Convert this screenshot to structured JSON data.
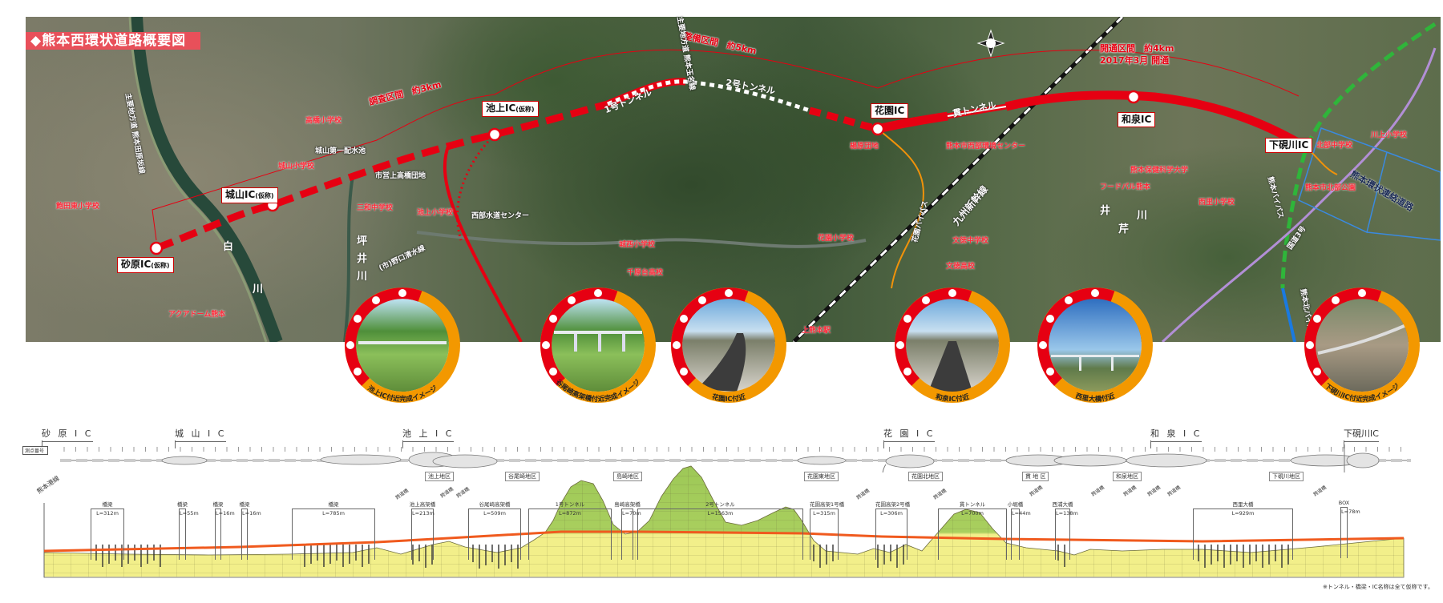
{
  "title": "◆熊本西環状道路概要図",
  "map": {
    "sections": {
      "survey": "調査区間　約3km",
      "construction": "整備区間　約5km",
      "opened": "開通区間　約4km",
      "opened_date": "2017年3月 開通"
    },
    "ics": [
      {
        "name": "砂原IC",
        "suffix": "(仮称)"
      },
      {
        "name": "城山IC",
        "suffix": "(仮称)"
      },
      {
        "name": "池上IC",
        "suffix": "(仮称)"
      },
      {
        "name": "花園IC",
        "suffix": ""
      },
      {
        "name": "和泉IC",
        "suffix": ""
      },
      {
        "name": "下硯川IC",
        "suffix": ""
      }
    ],
    "tunnels": [
      "1号トンネル",
      "2号トンネル",
      "貫トンネル"
    ],
    "places_red": [
      "高橋小学校",
      "城山小学校",
      "三和中学校",
      "池上小学校",
      "城西小学校",
      "千原台高校",
      "花園小学校",
      "楊原団地",
      "熊本市西部環境センター",
      "文徳中学校",
      "文徳高校",
      "熊本保健科学大学",
      "フードパル熊本",
      "西里小学校",
      "北部中学校",
      "熊本市北部公園",
      "川上小学校",
      "飽田東小学校",
      "アクアドーム熊本",
      "上熊本駅"
    ],
    "places_white": [
      "城山第一配水池",
      "市営上高橋団地",
      "西部水道センター",
      "九州新幹線",
      "熊本バイパス",
      "国道3号",
      "熊本環状連絡道路",
      "主要地方道 熊本田原坂線",
      "主要地方道 熊本玉名線",
      "(市)野口清水線",
      "花園バイパス",
      "熊本北バイパス"
    ],
    "rivers": [
      "白",
      "川",
      "坪",
      "井",
      "川",
      "井",
      "芹",
      "川"
    ]
  },
  "photos": [
    {
      "caption": "池上IC付近完成イメージ"
    },
    {
      "caption": "谷尾崎高架橋付近完成イメージ"
    },
    {
      "caption": "花園IC付近"
    },
    {
      "caption": "和泉IC付近"
    },
    {
      "caption": "西里大橋付近"
    },
    {
      "caption": "下硯川IC付近完成イメージ"
    }
  ],
  "profile": {
    "station_label": "測点番号",
    "start_label": "熊本港線",
    "ics": [
      "砂 原 I C",
      "城 山 I C",
      "池 上 I C",
      "花 園 I C",
      "和 泉 I C",
      "下硯川IC"
    ],
    "districts": [
      "池上地区",
      "谷尾崎地区",
      "島崎地区",
      "花園東地区",
      "花園北地区",
      "貫 地 区",
      "和泉地区",
      "下硯川地区"
    ],
    "structures": [
      {
        "name": "橋梁",
        "length": "L=312m"
      },
      {
        "name": "橋梁",
        "length": "L=55m"
      },
      {
        "name": "橋梁",
        "length": "L=16m"
      },
      {
        "name": "橋梁",
        "length": "L=16m"
      },
      {
        "name": "橋梁",
        "length": "L=785m"
      },
      {
        "name": "池上高架橋",
        "length": "L=213m"
      },
      {
        "name": "谷尾崎高架橋",
        "length": "L=509m"
      },
      {
        "name": "1号トンネル",
        "length": "L=872m"
      },
      {
        "name": "島崎高架橋",
        "length": "L=70m"
      },
      {
        "name": "2号トンネル",
        "length": "L=1563m"
      },
      {
        "name": "花園高架1号橋",
        "length": "L=315m"
      },
      {
        "name": "花園高架2号橋",
        "length": "L=306m"
      },
      {
        "name": "貫トンネル",
        "length": "L=700m"
      },
      {
        "name": "小堀橋",
        "length": "L=44m"
      },
      {
        "name": "西浦大橋",
        "length": "L=138m"
      },
      {
        "name": "西里大橋",
        "length": "L=929m"
      },
      {
        "name": "BOX",
        "length": "L=78m"
      }
    ],
    "overpass": "跨道橋",
    "note": "※トンネル・橋梁・IC名称は全て仮称です。",
    "colors": {
      "road": "#f05a1e",
      "hill": "#9dc857",
      "ground": "#f2ef8a"
    }
  }
}
